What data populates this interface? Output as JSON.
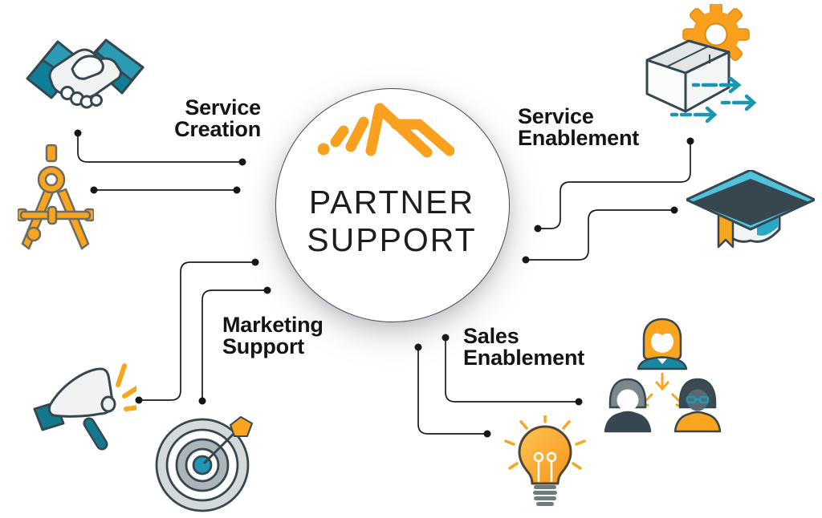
{
  "diagram": {
    "title": "Partner Support wheel diagram",
    "center": {
      "logo_icon": "orange-mountain-dashes-logo",
      "title_line1": "PARTNER",
      "title_line2": "SUPPORT"
    },
    "sections": {
      "service_creation": {
        "line1": "Service",
        "line2": "Creation",
        "icons": [
          "handshake-icon",
          "drafting-compass-icon"
        ]
      },
      "service_enablement": {
        "line1": "Service",
        "line2": "Enablement",
        "icons": [
          "shipping-box-gear-icon",
          "graduation-cap-icon"
        ]
      },
      "marketing_support": {
        "line1": "Marketing",
        "line2": "Support",
        "icons": [
          "megaphone-icon",
          "target-dart-icon"
        ]
      },
      "sales_enablement": {
        "line1": "Sales",
        "line2": "Enablement",
        "icons": [
          "team-hierarchy-icon",
          "lightbulb-icon"
        ]
      }
    },
    "colors": {
      "accent_orange": "#F9A51F",
      "accent_orange_deep": "#F28B0C",
      "accent_teal": "#12798F",
      "accent_teal_bright": "#1B9AB5",
      "accent_teal_light": "#4FC3D9",
      "outline_dark": "#37474F",
      "connector_black": "#1A1A1A",
      "text_black": "#141414",
      "gray_light": "#D5D9DA",
      "gray_mid": "#ADB5B9"
    }
  }
}
